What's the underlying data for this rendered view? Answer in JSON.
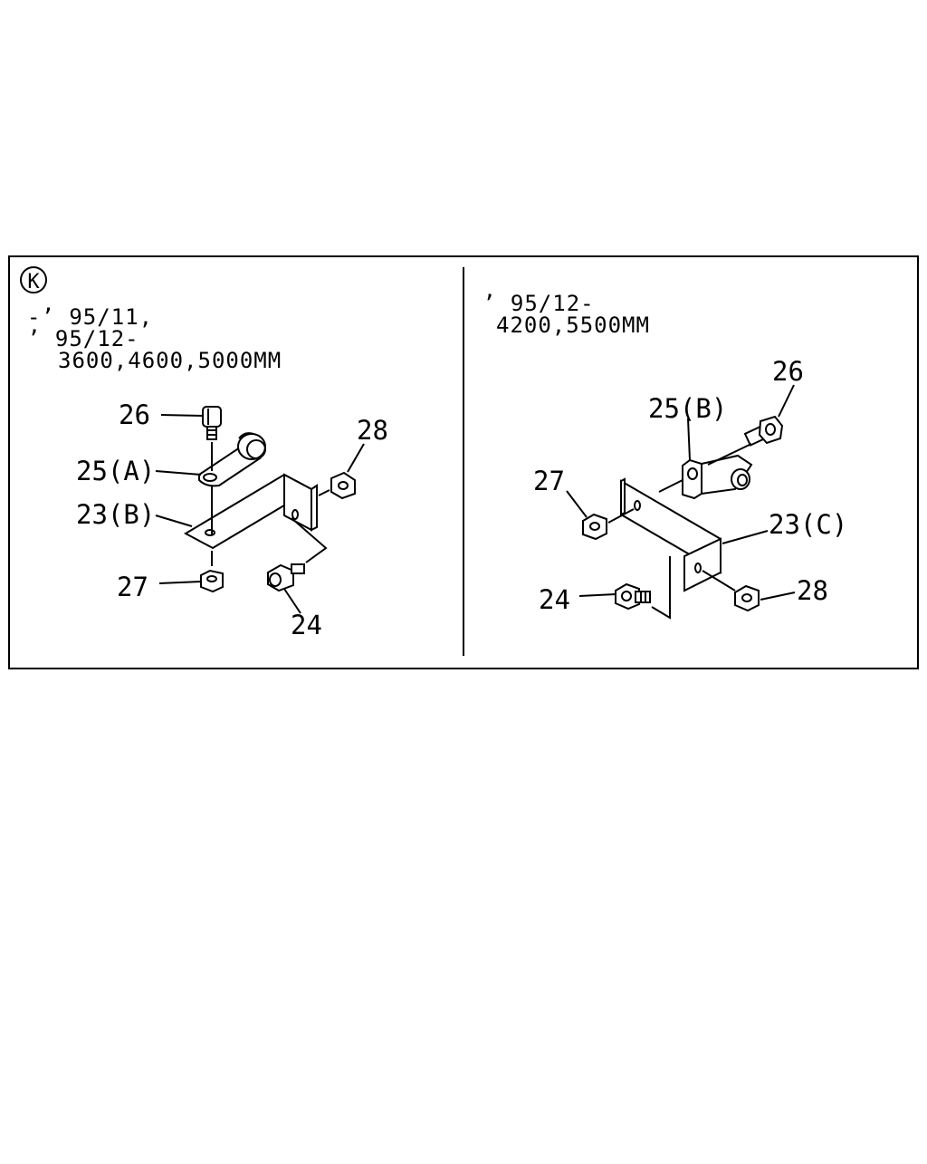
{
  "left_panel": {
    "section_marker": "K",
    "header_lines": [
      "-’ 95/11,",
      " ’ 95/12-",
      "3600,4600,5000MM"
    ],
    "callouts": {
      "c26": "26",
      "c25": "25(A)",
      "c23": "23(B)",
      "c27": "27",
      "c28": "28",
      "c24": "24"
    }
  },
  "right_panel": {
    "header_lines": [
      "’ 95/12-",
      "4200,5500MM"
    ],
    "callouts": {
      "c26": "26",
      "c25": "25(B)",
      "c27": "27",
      "c23": "23(C)",
      "c24": "24",
      "c28": "28"
    }
  }
}
